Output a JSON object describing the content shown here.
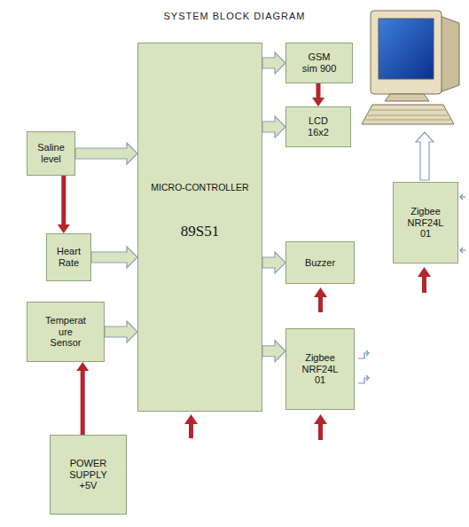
{
  "diagram": {
    "title": "SYSTEM BLOCK DIAGRAM",
    "nodes": [
      {
        "text": [
          "Saline level"
        ]
      },
      {
        "text": [
          "Heart Rate"
        ]
      },
      {
        "text": [
          "Temperat ure Sensor"
        ]
      },
      {
        "text": [
          "MICRO-CONTROLLER",
          "89S51"
        ]
      },
      {
        "text": [
          "GSM sim 900"
        ]
      },
      {
        "text": [
          "LCD 16x2"
        ]
      },
      {
        "text": [
          "Buzzer"
        ]
      },
      {
        "text": [
          "Zigbee NRF24L 01"
        ]
      },
      {
        "text": [
          "Zigbee NRF24L 01"
        ]
      },
      {
        "text": [
          "POWER SUPPLY +5V"
        ]
      }
    ],
    "edges": [
      {
        "from": 0,
        "to": 3,
        "arrow": "to"
      },
      {
        "from": 1,
        "to": 3,
        "arrow": "to"
      },
      {
        "from": 2,
        "to": 3,
        "arrow": "to"
      },
      {
        "from": 3,
        "to": 4,
        "arrow": "to"
      },
      {
        "from": 3,
        "to": 5,
        "arrow": "to"
      },
      {
        "from": 3,
        "to": 6,
        "arrow": "to"
      },
      {
        "from": 3,
        "to": 8,
        "arrow": "to"
      },
      {
        "from": 0,
        "to": 1,
        "arrow": "to"
      },
      {
        "from": 4,
        "to": 5,
        "arrow": "to"
      },
      {
        "from": 9,
        "to": 2,
        "arrow": "to"
      }
    ]
  }
}
